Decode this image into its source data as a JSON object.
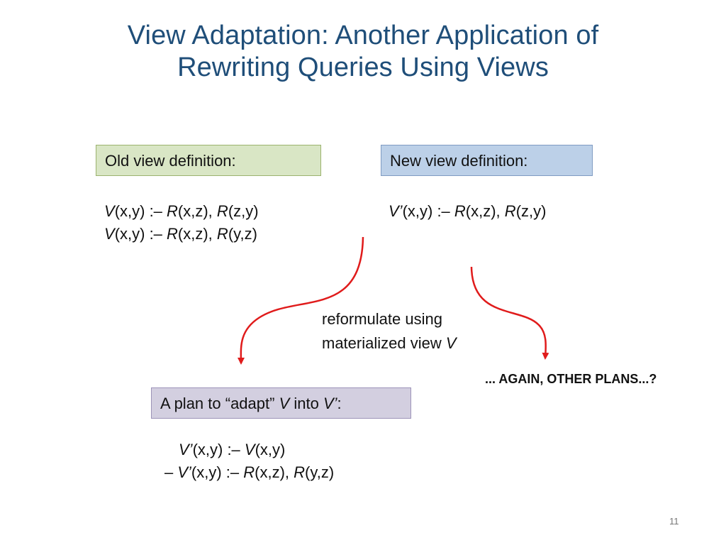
{
  "slide": {
    "title_line1": "View Adaptation: Another Application of",
    "title_line2": "Rewriting Queries Using Views",
    "page_number": "11"
  },
  "old_view": {
    "heading": "Old view definition:",
    "rule1_head": "V",
    "rule1_args": "(x,y) :– ",
    "rule1_rel1": "R",
    "rule1_rel1_args": "(x,z), ",
    "rule1_rel2": "R",
    "rule1_rel2_args": "(z,y)",
    "rule2_head": "V",
    "rule2_args": "(x,y) :– ",
    "rule2_rel1": "R",
    "rule2_rel1_args": "(x,z), ",
    "rule2_rel2": "R",
    "rule2_rel2_args": "(y,z)"
  },
  "new_view": {
    "heading": "New view definition:",
    "rule_head": "V’",
    "rule_args": "(x,y) :– ",
    "rule_rel1": "R",
    "rule_rel1_args": "(x,z), ",
    "rule_rel2": "R",
    "rule_rel2_args": "(z,y)"
  },
  "reformulate": {
    "line1": "reformulate using",
    "line2_text": "materialized view ",
    "line2_var": "V"
  },
  "again_text": "... AGAIN, OTHER PLANS...?",
  "plan": {
    "heading_prefix": "A plan to “adapt” ",
    "heading_var1": "V",
    "heading_mid": " into ",
    "heading_var2": "V’",
    "heading_suffix": ":",
    "rule1_head": "V’",
    "rule1_args": "(x,y) :– ",
    "rule1_body_var": "V",
    "rule1_body_args": "(x,y)",
    "rule2_prefix": "– ",
    "rule2_head": "V’",
    "rule2_args": "(x,y) :– ",
    "rule2_rel1": "R",
    "rule2_rel1_args": "(x,z), ",
    "rule2_rel2": "R",
    "rule2_rel2_args": "(y,z)"
  },
  "colors": {
    "title": "#1f4e79",
    "old_box": "#d9e6c5",
    "new_box": "#bcd0e8",
    "plan_box": "#d3cfe0",
    "arrow": "#e01b1b"
  }
}
